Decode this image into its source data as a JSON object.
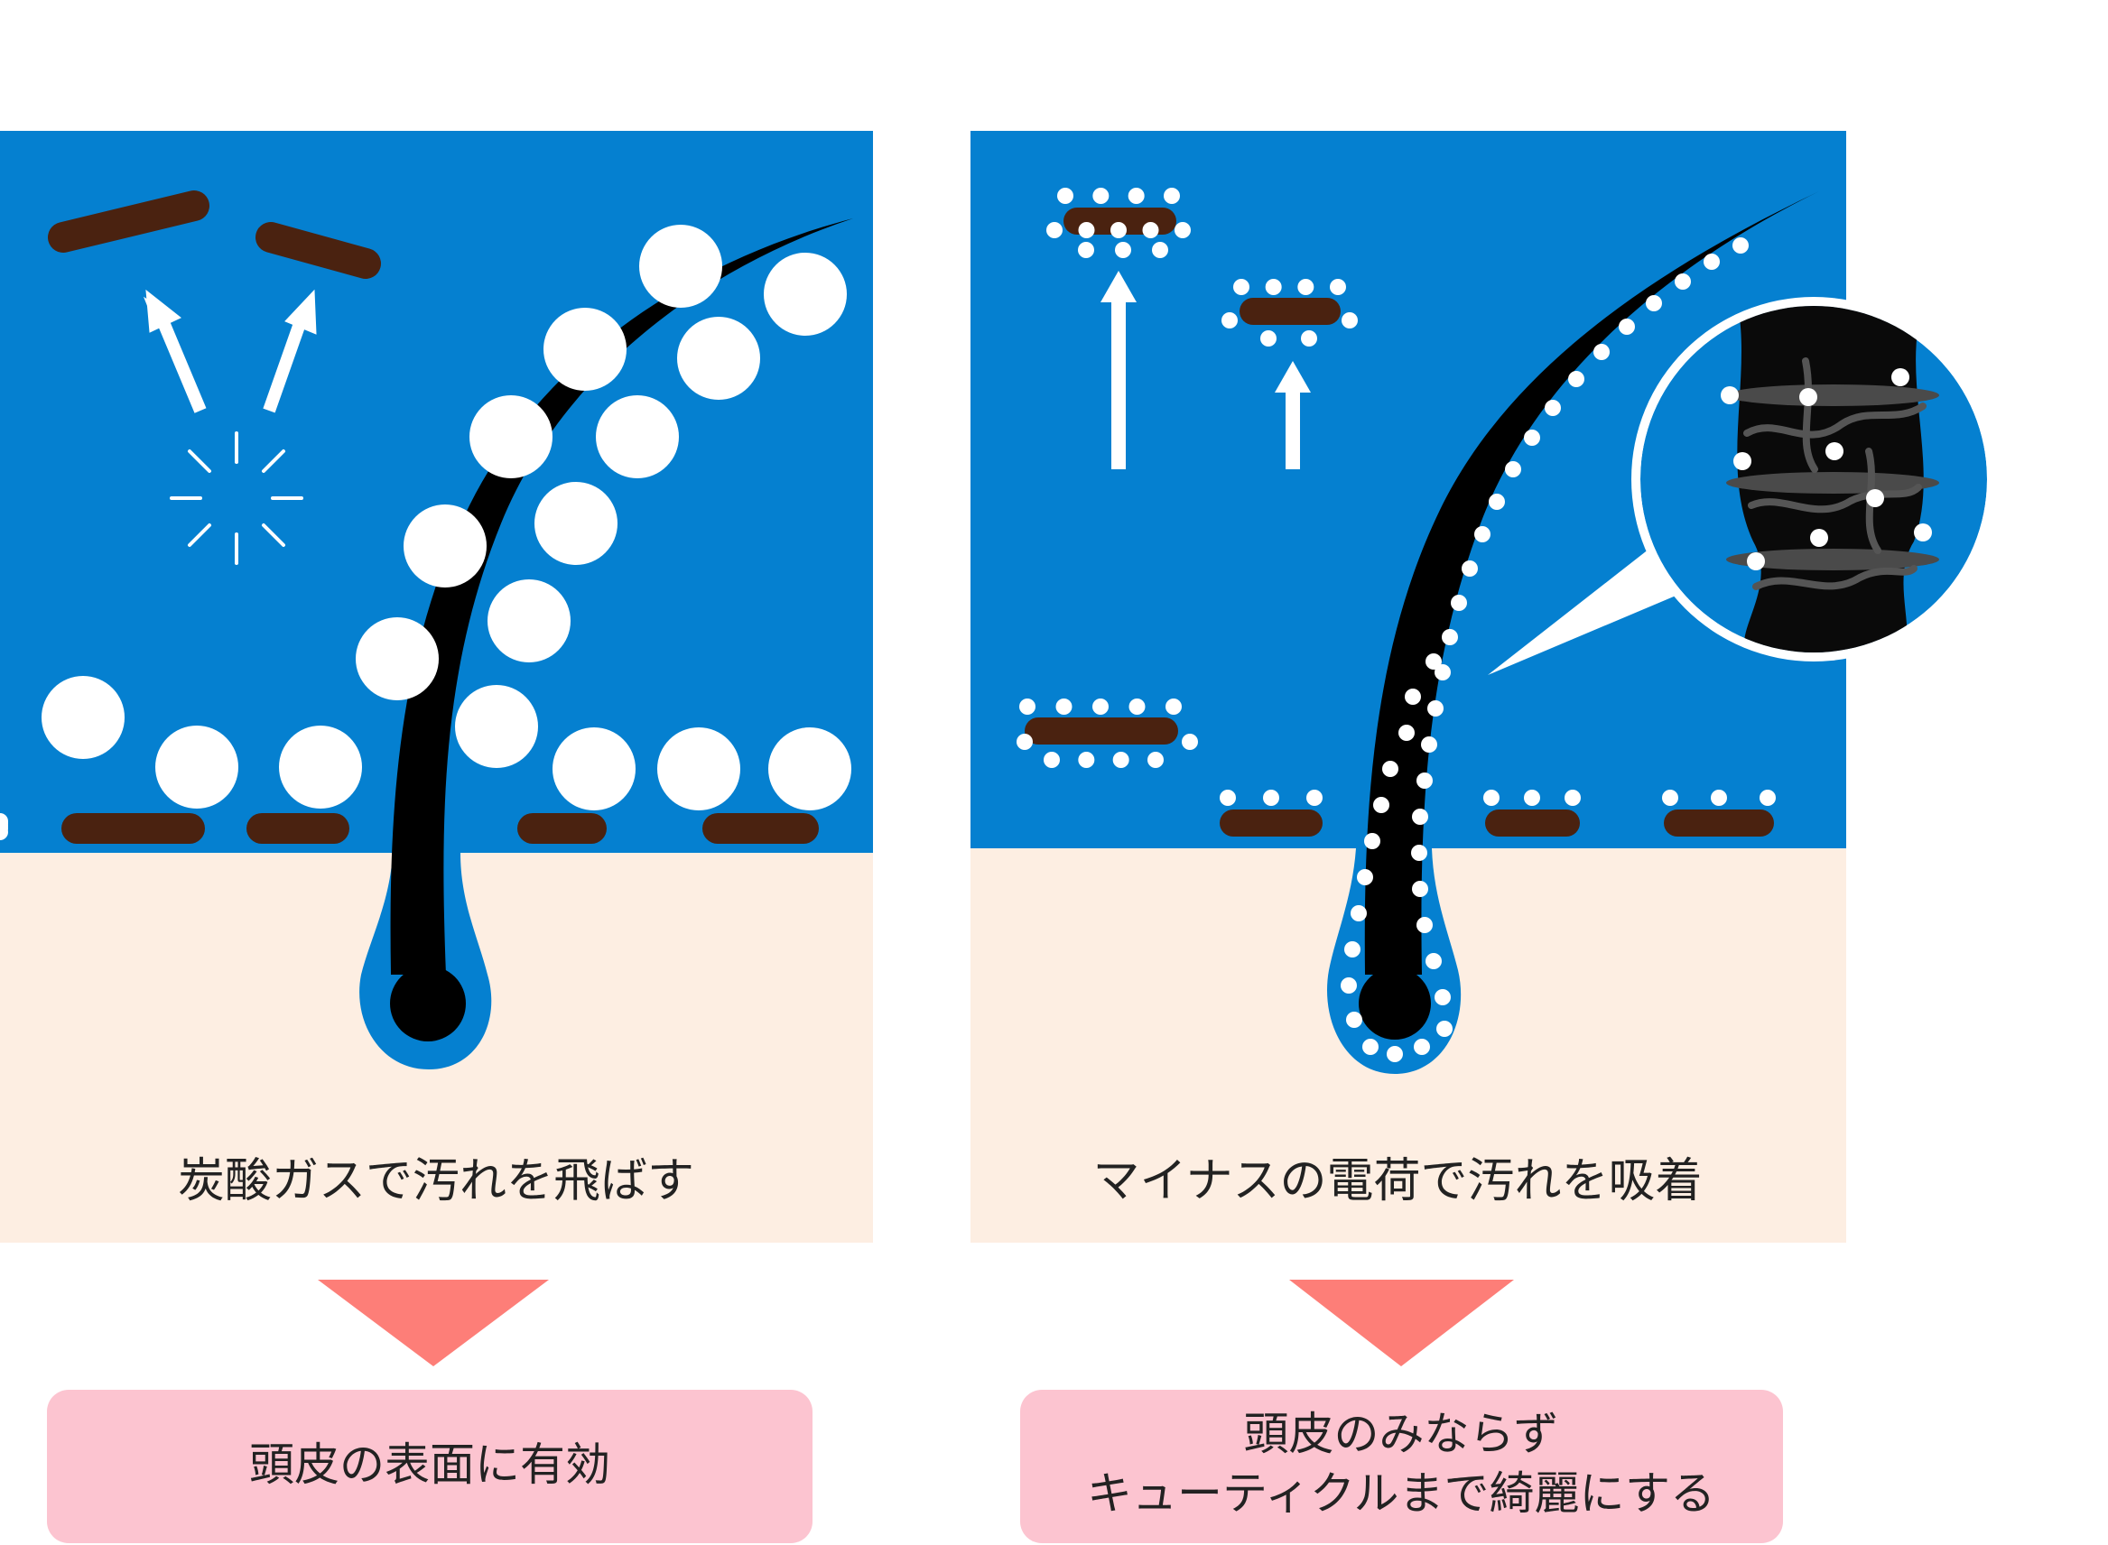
{
  "colors": {
    "background": "#ffffff",
    "water": "#0580d0",
    "skin": "#fdeee2",
    "dirt": "#4a2210",
    "hair": "#000000",
    "bubble": "#ffffff",
    "pointer": "#fd7e78",
    "result_box": "#fcc4d0"
  },
  "left_panel": {
    "caption": "炭酸ガスで汚れを飛ばす",
    "result": "頭皮の表面に有効"
  },
  "right_panel": {
    "caption": "マイナスの電荷で汚れを吸着",
    "result_line1": "頭皮のみならず",
    "result_line2": "キューティクルまで綺麗にする"
  }
}
